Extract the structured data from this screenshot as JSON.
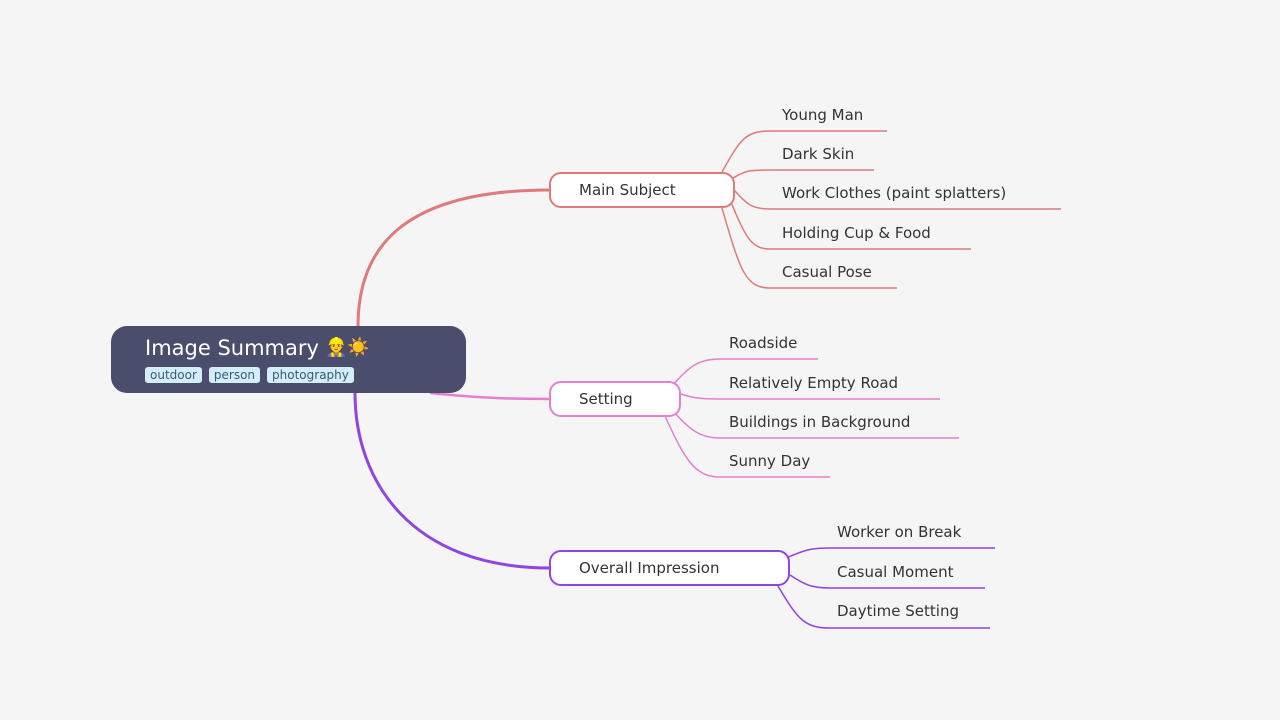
{
  "root": {
    "title": "Image Summary",
    "emoji": "👷☀️",
    "tags": [
      "outdoor",
      "person",
      "photography"
    ]
  },
  "colors": {
    "main_subject": "#e07a7a",
    "setting": "#e57fd2",
    "overall": "#8f45e0",
    "root_bg": "#4a4d6b",
    "tag_bg": "#d3eefa"
  },
  "branches": [
    {
      "label": "Main Subject",
      "children": [
        "Young Man",
        "Dark Skin",
        "Work Clothes (paint splatters)",
        "Holding Cup & Food",
        "Casual Pose"
      ]
    },
    {
      "label": "Setting",
      "children": [
        "Roadside",
        "Relatively Empty Road",
        "Buildings in Background",
        "Sunny Day"
      ]
    },
    {
      "label": "Overall Impression",
      "children": [
        "Worker on Break",
        "Casual Moment",
        "Daytime Setting"
      ]
    }
  ]
}
